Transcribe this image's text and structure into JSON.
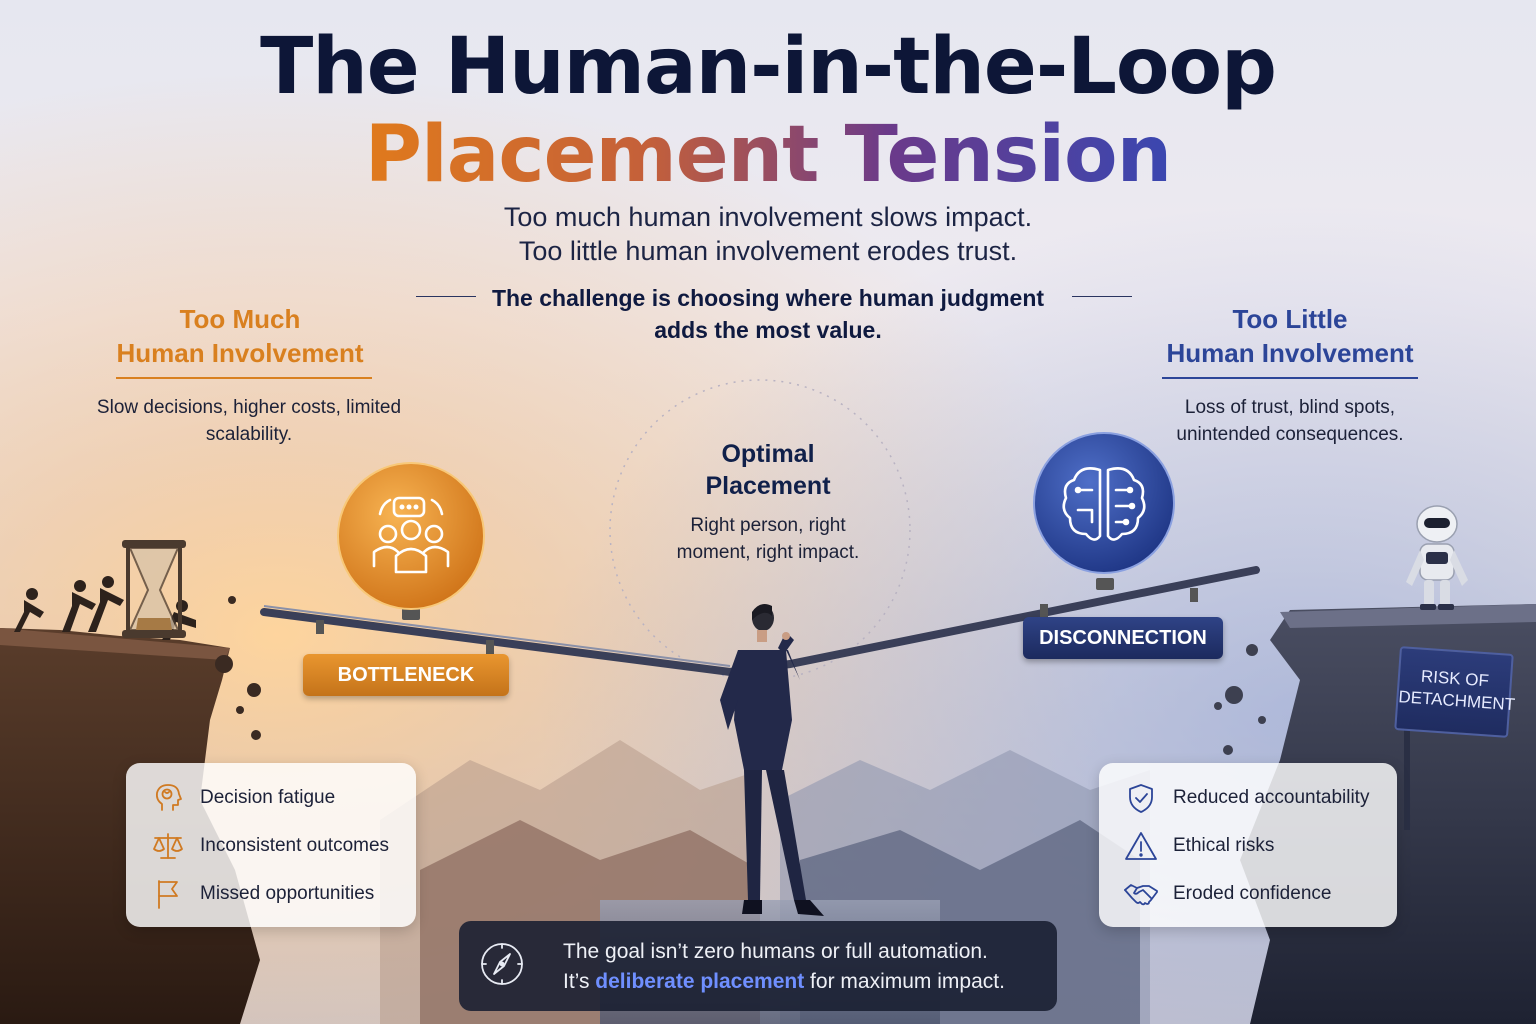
{
  "title": {
    "line1": "The Human-in-the-Loop",
    "line2": "Placement Tension"
  },
  "subtitle": {
    "line1": "Too much human involvement slows impact.",
    "line2": "Too little human involvement erodes trust."
  },
  "challenge": "The challenge is choosing where human judgment adds the most value.",
  "left": {
    "heading_line1": "Too Much",
    "heading_line2": "Human Involvement",
    "description": "Slow decisions, higher costs, limited scalability.",
    "tag": "BOTTLENECK",
    "icon": "people-chat-icon",
    "color": "#d9801f",
    "items": [
      {
        "icon": "head-brain-icon",
        "label": "Decision fatigue"
      },
      {
        "icon": "scale-icon",
        "label": "Inconsistent outcomes"
      },
      {
        "icon": "flag-icon",
        "label": "Missed opportunities"
      }
    ]
  },
  "center": {
    "heading_line1": "Optimal",
    "heading_line2": "Placement",
    "description": "Right person, right moment, right impact."
  },
  "right": {
    "heading_line1": "Too Little",
    "heading_line2": "Human Involvement",
    "description": "Loss of trust, blind spots, unintended consequences.",
    "tag": "DISCONNECTION",
    "icon": "brain-circuit-icon",
    "color": "#2c4598",
    "sign": "RISK OF DETACHMENT",
    "items": [
      {
        "icon": "shield-check-icon",
        "label": "Reduced accountability"
      },
      {
        "icon": "warning-triangle-icon",
        "label": "Ethical risks"
      },
      {
        "icon": "handshake-icon",
        "label": "Eroded confidence"
      }
    ]
  },
  "footer": {
    "icon": "compass-icon",
    "line1": "The goal isn’t zero humans or full automation.",
    "line2_prefix": "It’s ",
    "line2_highlight": "deliberate placement",
    "line2_suffix": " for maximum impact."
  }
}
